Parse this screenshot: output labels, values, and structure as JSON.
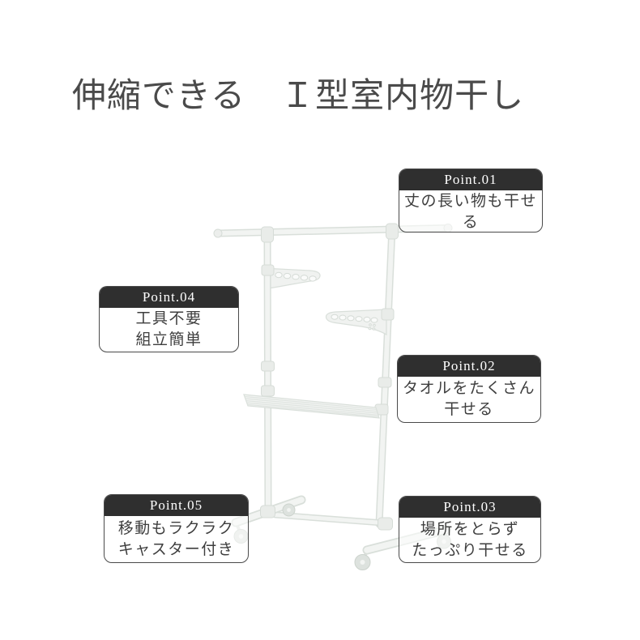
{
  "title": {
    "text": "伸縮できる　Ｉ型室内物干し"
  },
  "points": [
    {
      "label": "Point.01",
      "lines": [
        "丈の長い物も干せる"
      ]
    },
    {
      "label": "Point.02",
      "lines": [
        "タオルをたくさん",
        "干せる"
      ]
    },
    {
      "label": "Point.03",
      "lines": [
        "場所をとらず",
        "たっぷり干せる"
      ]
    },
    {
      "label": "Point.04",
      "lines": [
        "工具不要",
        "組立簡単"
      ]
    },
    {
      "label": "Point.05",
      "lines": [
        "移動もラクラク",
        "キャスター付き"
      ]
    }
  ],
  "illustration": {
    "subject": "telescoping I-shaped indoor laundry drying rack with casters"
  },
  "colors": {
    "background": "#ffffff",
    "title_text": "#4a4a4a",
    "point_header_bg": "#2f2f2f",
    "point_header_text": "#ffffff",
    "point_body_text": "#3e3e3e",
    "point_border": "#4a4a4a",
    "rack_outline": "#d9dfda",
    "rack_fill": "#f2f4f2",
    "caster_fill": "#dde2de"
  }
}
